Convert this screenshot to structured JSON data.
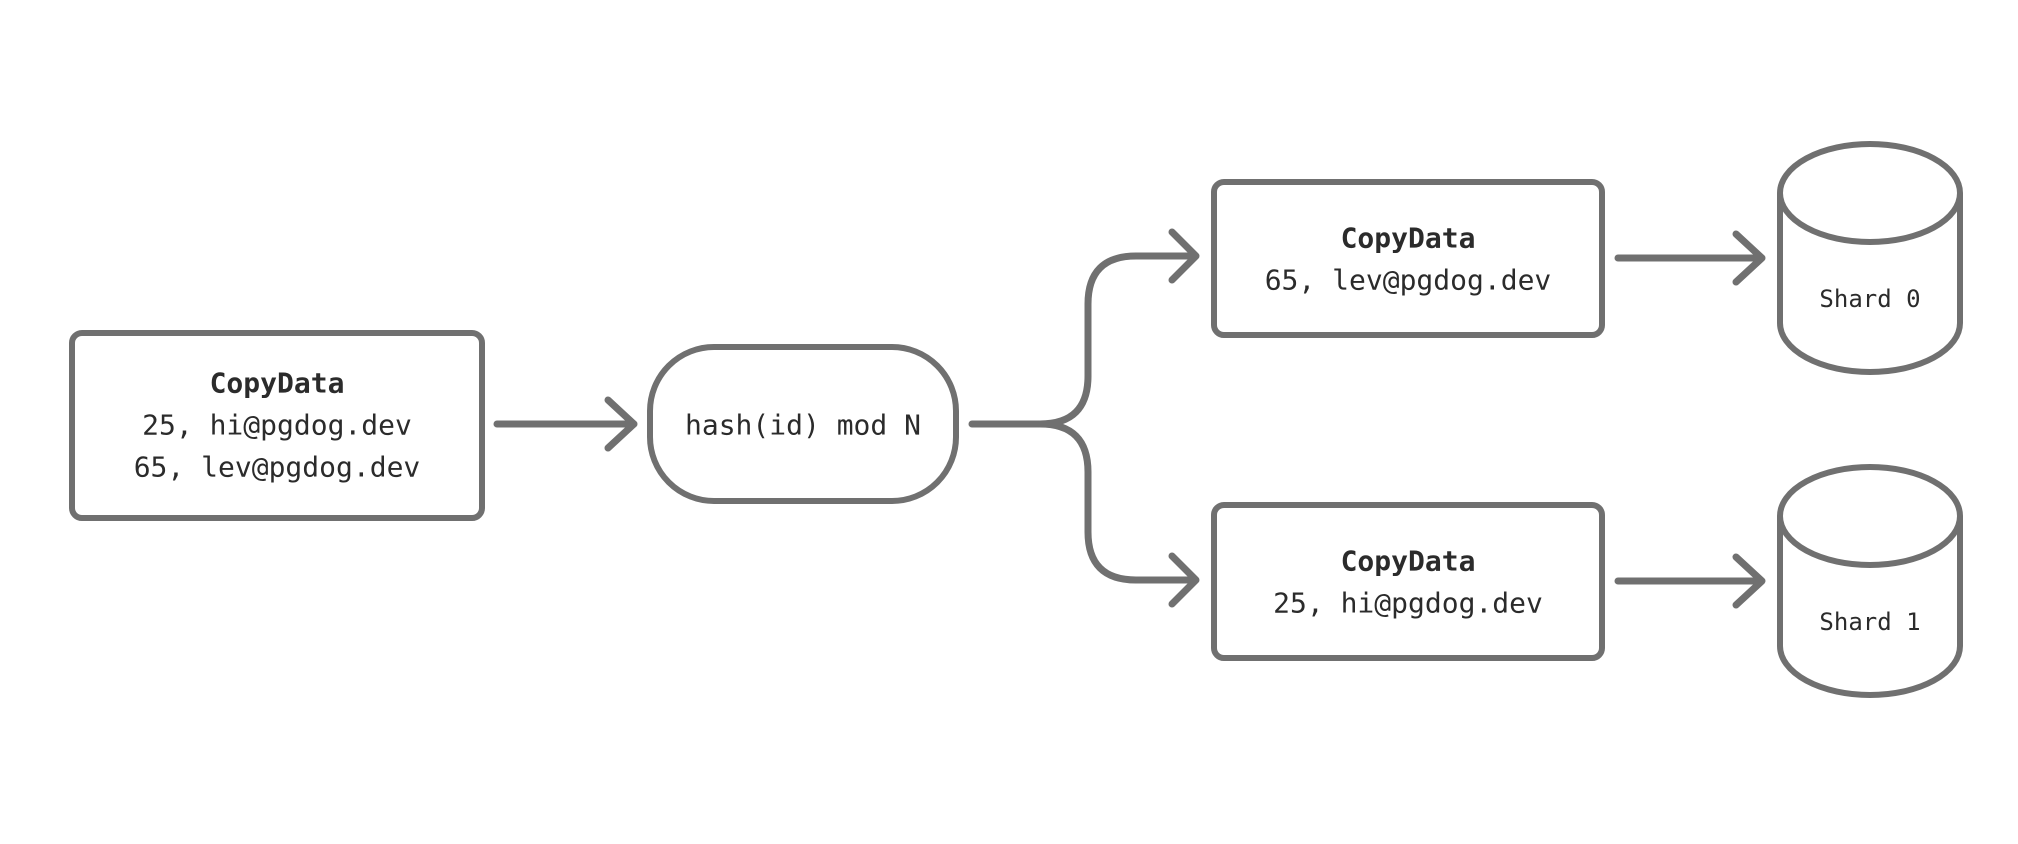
{
  "source_box": {
    "title": "CopyData",
    "lines": [
      "25, hi@pgdog.dev",
      "65, lev@pgdog.dev"
    ]
  },
  "router": {
    "label": "hash(id) mod N"
  },
  "outputs": [
    {
      "title": "CopyData",
      "line": "65, lev@pgdog.dev",
      "shard": "Shard 0"
    },
    {
      "title": "CopyData",
      "line": "25, hi@pgdog.dev",
      "shard": "Shard 1"
    }
  ],
  "colors": {
    "stroke": "#707070",
    "text": "#2b2b2b",
    "background": "#ffffff"
  }
}
